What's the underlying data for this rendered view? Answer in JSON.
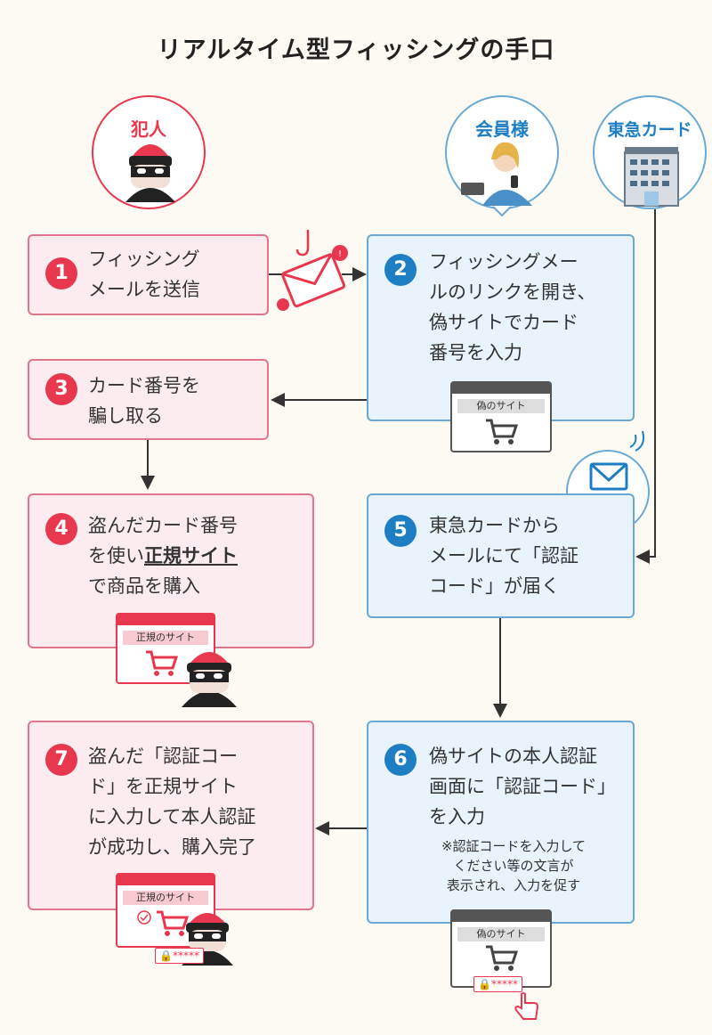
{
  "title": "リアルタイム型フィッシングの手口",
  "actors": {
    "criminal": "犯人",
    "member": "会員様",
    "company": "東急カード"
  },
  "steps": [
    {
      "num": "1",
      "lines": [
        "フィッシング",
        "メールを送信"
      ]
    },
    {
      "num": "2",
      "lines": [
        "フィッシングメー",
        "ルのリンクを開き、",
        "偽サイトでカード",
        "番号を入力"
      ]
    },
    {
      "num": "3",
      "lines": [
        "カード番号を",
        "騙し取る"
      ]
    },
    {
      "num": "4",
      "line1": "盗んだカード番号",
      "line2_prefix": "を使い",
      "line2_strong": "正規サイト",
      "line3": "で商品を購入"
    },
    {
      "num": "5",
      "lines": [
        "東急カードから",
        "メールにて「認証",
        "コード」が届く"
      ]
    },
    {
      "num": "6",
      "lines": [
        "偽サイトの本人認証",
        "画面に「認証コード」",
        "を入力"
      ],
      "note": [
        "※認証コードを入力して",
        "ください等の文言が",
        "表示され、入力を促す"
      ]
    },
    {
      "num": "7",
      "lines": [
        "盗んだ「認証コー",
        "ド」を正規サイト",
        "に入力して本人認証",
        "が成功し、購入完了"
      ]
    }
  ],
  "sites": {
    "fake": "偽のサイト",
    "official": "正規のサイト",
    "password_mask": "*****"
  },
  "colors": {
    "red": "#e8384f",
    "blue": "#1d7ec3",
    "red_bg": "#fdecef",
    "blue_bg": "#e9f3fb"
  }
}
